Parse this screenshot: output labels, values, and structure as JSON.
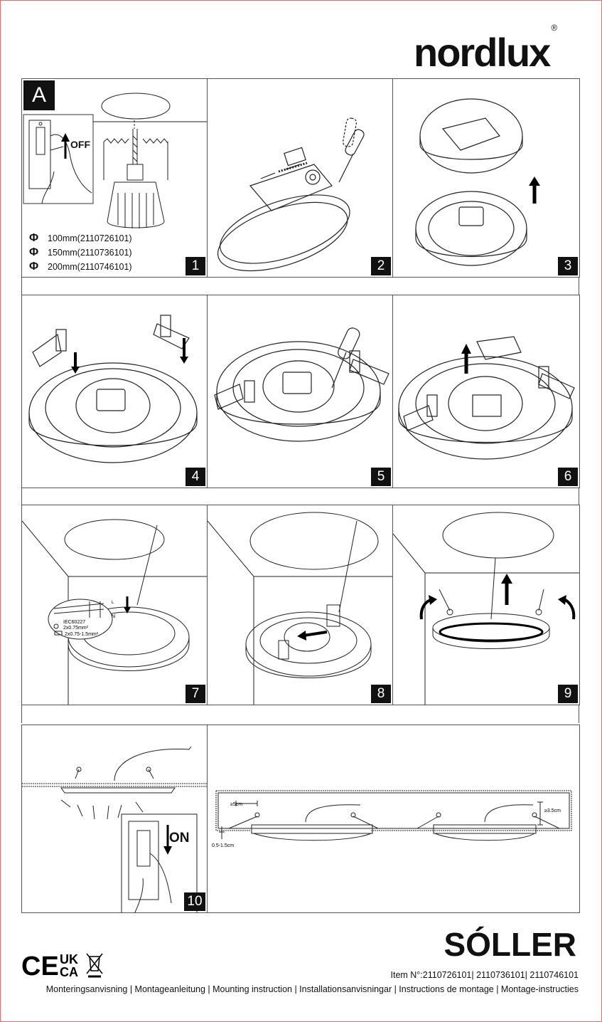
{
  "brand": {
    "name": "nordlux",
    "reg": "®"
  },
  "sections": {
    "a_label": "A",
    "off_label": "OFF",
    "on_label": "ON",
    "sizes": [
      {
        "symbol": "Φ",
        "text": "100mm(2110726101)"
      },
      {
        "symbol": "Φ",
        "text": "150mm(2110736101)"
      },
      {
        "symbol": "Φ",
        "text": "200mm(2110746101)"
      }
    ]
  },
  "steps": [
    "1",
    "2",
    "3",
    "4",
    "5",
    "6",
    "7",
    "8",
    "9",
    "10"
  ],
  "wiring": {
    "l": "L",
    "n": "N",
    "standard": "IEC60227",
    "spec1": "2x0.75mm²",
    "spec2": "2x0.75-1.5mm²"
  },
  "dimensions": {
    "min_gap": "≥5cm",
    "min_height": "≥3.5cm",
    "thickness": "0.5-1.5cm"
  },
  "footer": {
    "product": "SÓLLER",
    "item": "Item N°:2110726101| 2110736101| 2110746101",
    "languages": "Monteringsanvisning | Montageanleitung | Mounting instruction | Installationsanvisningar | Instructions de montage | Montage-instructies",
    "marks": {
      "ce": "CE",
      "uk": "UK",
      "ca": "CA"
    }
  }
}
